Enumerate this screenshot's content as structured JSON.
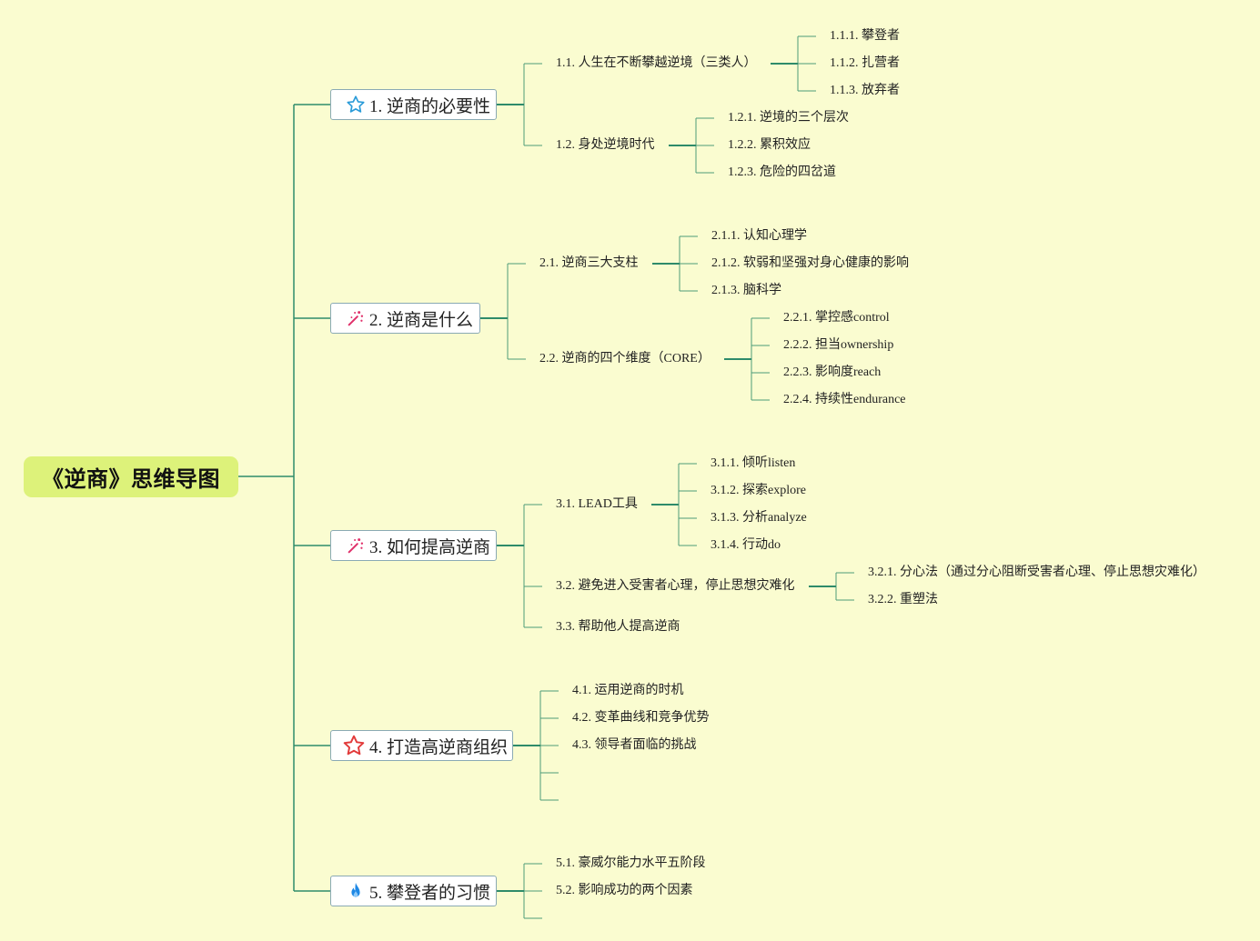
{
  "root": {
    "label": "《逆商》思维导图"
  },
  "branches": [
    {
      "label": "1. 逆商的必要性",
      "icon": "star-outline-icon",
      "children": [
        {
          "label": "1.1. 人生在不断攀越逆境（三类人）",
          "children": [
            "1.1.1. 攀登者",
            "1.1.2. 扎营者",
            "1.1.3. 放弃者"
          ]
        },
        {
          "label": "1.2. 身处逆境时代",
          "children": [
            "1.2.1. 逆境的三个层次",
            "1.2.2. 累积效应",
            "1.2.3. 危险的四岔道"
          ]
        }
      ]
    },
    {
      "label": "2. 逆商是什么",
      "icon": "magic-wand-icon",
      "children": [
        {
          "label": "2.1. 逆商三大支柱",
          "children": [
            "2.1.1. 认知心理学",
            "2.1.2. 软弱和坚强对身心健康的影响",
            "2.1.3. 脑科学"
          ]
        },
        {
          "label": "2.2. 逆商的四个维度（CORE）",
          "children": [
            "2.2.1. 掌控感control",
            "2.2.2. 担当ownership",
            "2.2.3. 影响度reach",
            "2.2.4. 持续性endurance"
          ]
        }
      ]
    },
    {
      "label": "3. 如何提高逆商",
      "icon": "magic-wand-icon",
      "children": [
        {
          "label": "3.1. LEAD工具",
          "children": [
            "3.1.1. 倾听listen",
            "3.1.2. 探索explore",
            "3.1.3. 分析analyze",
            "3.1.4. 行动do"
          ]
        },
        {
          "label": "3.2. 避免进入受害者心理，停止思想灾难化",
          "children": [
            "3.2.1. 分心法（通过分心阻断受害者心理、停止思想灾难化）",
            "3.2.2. 重塑法"
          ]
        },
        {
          "label": "3.3. 帮助他人提高逆商",
          "children": []
        }
      ]
    },
    {
      "label": "4. 打造高逆商组织",
      "icon": "star-outline-red-icon",
      "children": [
        {
          "label": "4.1. 运用逆商的时机",
          "children": []
        },
        {
          "label": "4.2. 变革曲线和竞争优势",
          "children": []
        },
        {
          "label": "4.3. 领导者面临的挑战",
          "children": []
        }
      ]
    },
    {
      "label": "5. 攀登者的习惯",
      "icon": "flame-icon",
      "children": [
        {
          "label": "5.1. 豪威尔能力水平五阶段",
          "children": []
        },
        {
          "label": "5.2. 影响成功的两个因素",
          "children": []
        }
      ]
    }
  ],
  "colors": {
    "background": "#fafcd0",
    "root_fill": "#ddf27a",
    "connector": "#2e8b6a",
    "node_border": "#8aaab4"
  }
}
